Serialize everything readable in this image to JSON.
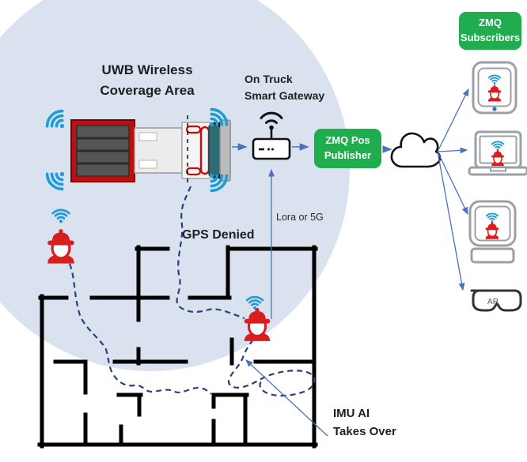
{
  "diagram": {
    "coverage_label": {
      "line1": "UWB Wireless",
      "line2": "Coverage Area"
    },
    "gateway_label": {
      "line1": "On Truck",
      "line2": "Smart Gateway"
    },
    "publisher_box": {
      "line1": "ZMQ Pos",
      "line2": "Publisher"
    },
    "subscribers_box": {
      "line1": "ZMQ",
      "line2": "Subscribers"
    },
    "gps_denied_label": "GPS Denied",
    "link_label": "Lora or 5G",
    "imu_label": {
      "line1": "IMU AI",
      "line2": "Takes Over"
    },
    "ar_label": "AR"
  },
  "icons": {
    "truck": "fire-truck-top-view",
    "wifi": "wifi-signal",
    "firefighter": "firefighter-helmet-person",
    "router": "wireless-router-antenna",
    "cloud": "cloud",
    "phone": "smartphone",
    "laptop": "laptop",
    "tablet": "tablet-display",
    "glasses": "ar-glasses"
  },
  "colors": {
    "coverage_fill": "#dbe2ef",
    "green": "#1fad4e",
    "arrow_blue": "#4a72b8",
    "path_navy": "#27407e",
    "wifi_blue": "#1e9cd7",
    "firefighter_red": "#d81e1e",
    "wall_black": "#000000",
    "device_gray": "#9aa0a6"
  }
}
